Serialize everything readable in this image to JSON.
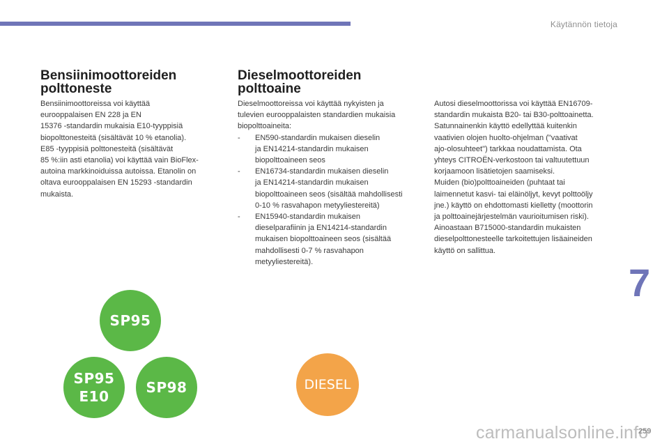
{
  "header": {
    "title": "Käytännön tietoja"
  },
  "gasoline": {
    "heading_line1": "Bensiinimoottoreiden",
    "heading_line2": "polttoneste",
    "lines": [
      "Bensiinimoottoreissa voi käyttää",
      "eurooppalaisen EN 228 ja EN",
      "15376 -standardin mukaisia E10-tyyppisiä",
      "biopolttonesteitä (sisältävät 10 % etanolia).",
      "E85 -tyyppisiä polttonesteitä (sisältävät",
      "85 %:iin asti etanolia) voi käyttää vain BioFlex-",
      "autoina markkinoiduissa autoissa. Etanolin on",
      "oltava eurooppalaisen EN 15293 -standardin",
      "mukaista."
    ]
  },
  "diesel": {
    "heading_line1": "Dieselmoottoreiden",
    "heading_line2": "polttoaine",
    "intro_lines": [
      "Dieselmoottoreissa voi käyttää nykyisten ja",
      "tulevien eurooppalaisten standardien mukaisia",
      "biopolttoaineita:"
    ],
    "items": [
      {
        "dash": "-",
        "lines": [
          "EN590-standardin mukaisen dieselin",
          "ja EN14214-standardin mukaisen",
          "biopolttoaineen seos"
        ]
      },
      {
        "dash": "-",
        "lines": [
          "EN16734-standardin mukaisen dieselin",
          "ja EN14214-standardin mukaisen",
          "biopolttoaineen seos (sisältää mahdollisesti",
          "0-10 % rasvahapon metyyliestereitä)"
        ]
      },
      {
        "dash": "-",
        "lines": [
          "EN15940-standardin mukaisen",
          "dieselparafiinin ja EN14214-standardin",
          "mukaisen biopolttoaineen seos (sisältää",
          "mahdollisesti 0-7 % rasvahapon",
          "metyyliestereitä)."
        ]
      }
    ],
    "right_lines": [
      "Autosi dieselmoottorissa voi käyttää EN16709-",
      "standardin mukaista B20- tai B30-polttoainetta.",
      "Satunnainenkin käyttö edellyttää kuitenkin",
      "vaativien olojen huolto-ohjelman (\"vaativat",
      "ajo-olosuhteet\") tarkkaa noudattamista. Ota",
      "yhteys CITROËN-verkostoon tai valtuutettuun",
      "korjaamoon lisätietojen saamiseksi.",
      "Muiden (bio)polttoaineiden (puhtaat tai",
      "laimennetut kasvi- tai eläinöljyt, kevyt polttoöljy",
      "jne.) käyttö on ehdottomasti kielletty (moottorin",
      "ja polttoainejärjestelmän vaurioitumisen riski).",
      "Ainoastaan B715000-standardin mukaisten",
      "dieselpolttonesteelle tarkoitettujen lisäaineiden",
      "käyttö on sallittua."
    ]
  },
  "fuel_labels": {
    "sp95": "SP95",
    "sp95e10_line1": "SP95",
    "sp95e10_line2": "E10",
    "sp98": "SP98",
    "diesel": "DIESEL",
    "colors": {
      "petrol": "#5bb847",
      "diesel": "#f3a449"
    }
  },
  "chapter_number": "7",
  "page_number": "259",
  "watermark": "carmanualsonline.info",
  "accent_color": "#6f75b8"
}
